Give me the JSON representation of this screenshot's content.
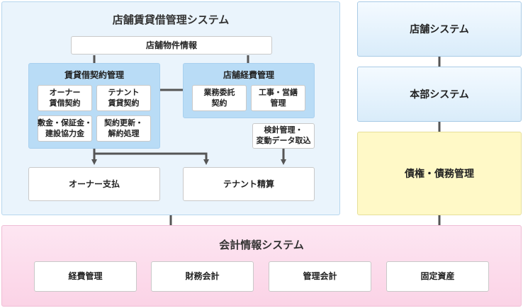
{
  "main_system": {
    "title": "店舗賃貸借管理システム",
    "property_info": "店舗物件情報",
    "lease_group": {
      "title": "賃貸借契約管理",
      "items": [
        "オーナー\n賃借契約",
        "テナント\n賃貸契約",
        "敷金・保証金・\n建設協力金",
        "契約更新・\n解約処理"
      ]
    },
    "expense_group": {
      "title": "店舗経費管理",
      "items": [
        "業務委託\n契約",
        "工事・営繕\n管理"
      ]
    },
    "meter_box": "検針管理・\n変動データ取込",
    "owner_payment": "オーナー支払",
    "tenant_settlement": "テナント精算"
  },
  "side_systems": {
    "store": "店舗システム",
    "hq": "本部システム",
    "receivables": "債権・債務管理"
  },
  "accounting": {
    "title": "会計情報システム",
    "modules": [
      "経費管理",
      "財務会計",
      "管理会計",
      "固定資産"
    ]
  },
  "colors": {
    "main_panel": "#eaf4fc",
    "group_blue": "#b9dcf6",
    "receivables_yellow": "#fff9c7",
    "accounting_pink": "#fbd3e6",
    "connector": "#555555"
  }
}
